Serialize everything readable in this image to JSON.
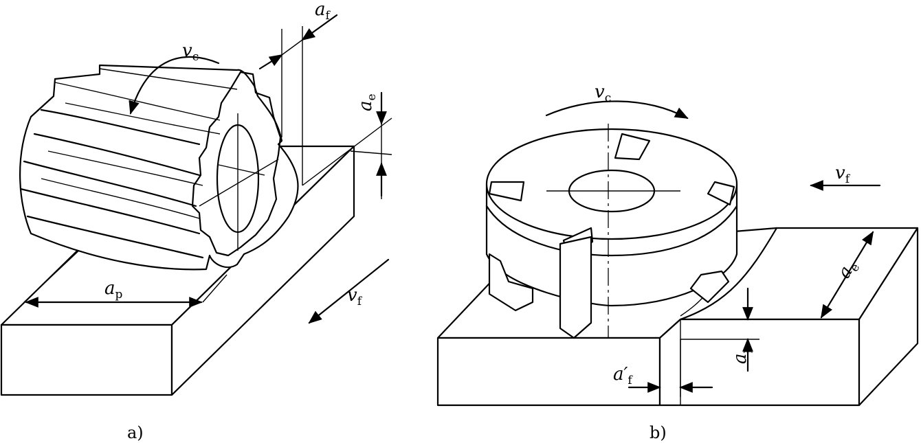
{
  "figure_a": {
    "caption": "a)",
    "labels": {
      "vc": {
        "main": "v",
        "sub": "c"
      },
      "af": {
        "main": "a",
        "sub": "f"
      },
      "ae": {
        "main": "a",
        "sub": "e"
      },
      "ap": {
        "main": "a",
        "sub": "p"
      },
      "vf": {
        "main": "v",
        "sub": "f"
      }
    }
  },
  "figure_b": {
    "caption": "b)",
    "labels": {
      "vc": {
        "main": "v",
        "sub": "c"
      },
      "vf": {
        "main": "v",
        "sub": "f"
      },
      "ae": {
        "main": "a",
        "sub": "e"
      },
      "ap": {
        "main": "a",
        "sub": "p"
      },
      "af_prime": {
        "main": "a′",
        "sub": "f"
      }
    }
  }
}
